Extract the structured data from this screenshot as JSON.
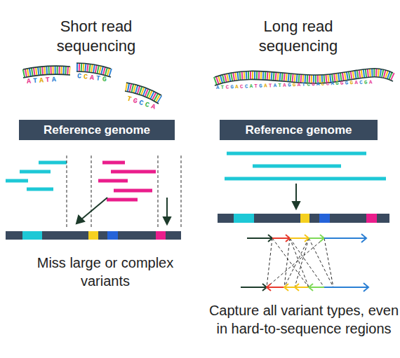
{
  "diagram": {
    "nodes": [
      {
        "text": [
          "Reference genome"
        ]
      },
      {
        "text": [
          "Reference genome"
        ]
      }
    ],
    "labels": [
      "Short read sequencing",
      "ATATA",
      "CCATG",
      "TGCCA",
      "Long read sequencing",
      "ATCGACCATGATATAGGATCGACCAGGGGACGA",
      "Miss large or complex variants",
      "Capture all variant types, even in hard-to-sequence regions"
    ]
  }
}
